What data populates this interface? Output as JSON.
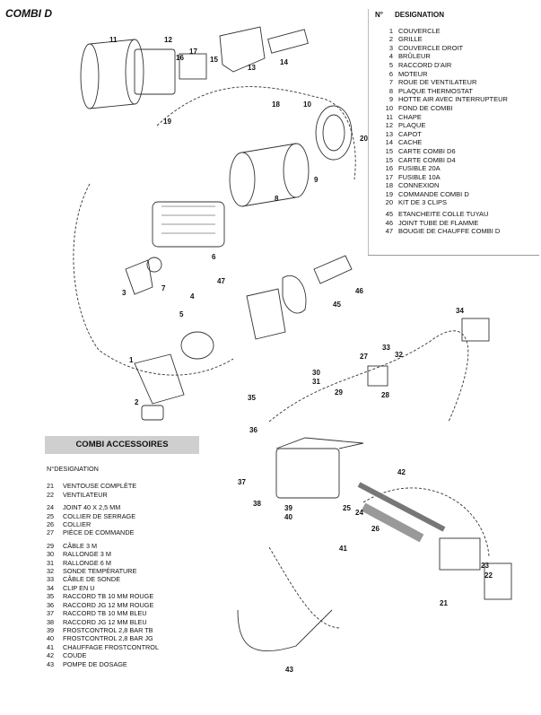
{
  "title": "COMBI D",
  "legend": {
    "header_num": "N°",
    "header_label": "DESIGNATION",
    "items": [
      {
        "num": "1",
        "label": "COUVERCLE"
      },
      {
        "num": "2",
        "label": "GRILLE"
      },
      {
        "num": "3",
        "label": "COUVERCLE DROIT"
      },
      {
        "num": "4",
        "label": "BRÛLEUR"
      },
      {
        "num": "5",
        "label": "RACCORD D'AIR"
      },
      {
        "num": "6",
        "label": "MOTEUR"
      },
      {
        "num": "7",
        "label": "ROUE DE VENTILATEUR"
      },
      {
        "num": "8",
        "label": "PLAQUE THERMOSTAT"
      },
      {
        "num": "9",
        "label": "HOTTE AIR AVEC INTERRUPTEUR"
      },
      {
        "num": "10",
        "label": "FOND DE COMBI"
      },
      {
        "num": "11",
        "label": "CHAPE"
      },
      {
        "num": "12",
        "label": "PLAQUE"
      },
      {
        "num": "13",
        "label": "CAPOT"
      },
      {
        "num": "14",
        "label": "CACHE"
      },
      {
        "num": "15",
        "label": "CARTE COMBI D6"
      },
      {
        "num": "15",
        "label": "CARTE COMBI D4"
      },
      {
        "num": "16",
        "label": "FUSIBLE 20A"
      },
      {
        "num": "17",
        "label": "FUSIBLE 10A"
      },
      {
        "num": "18",
        "label": "CONNEXION"
      },
      {
        "num": "19",
        "label": "COMMANDE COMBI D"
      },
      {
        "num": "20",
        "label": "KIT DE 3 CLIPS"
      },
      {
        "num": "45",
        "label": "ETANCHEITE COLLE TUYAU"
      },
      {
        "num": "46",
        "label": "JOINT TUBE DE FLAMME"
      },
      {
        "num": "47",
        "label": "BOUGIE DE CHAUFFE COMBI D"
      }
    ]
  },
  "accessories": {
    "banner": "COMBI ACCESSOIRES",
    "designation_header": "N°DESIGNATION",
    "items": [
      {
        "num": "21",
        "label": "VENTOUSE COMPLÈTE"
      },
      {
        "num": "22",
        "label": "VENTILATEUR"
      },
      {
        "num": "24",
        "label": "JOINT 40 X 2,5 MM"
      },
      {
        "num": "25",
        "label": "COLLIER DE SERRAGE"
      },
      {
        "num": "26",
        "label": "COLLIER"
      },
      {
        "num": "27",
        "label": "PIÈCE DE COMMANDE"
      },
      {
        "num": "29",
        "label": "CÂBLE 3 M"
      },
      {
        "num": "30",
        "label": "RALLONGE 3 M"
      },
      {
        "num": "31",
        "label": "RALLONGE 6 M"
      },
      {
        "num": "32",
        "label": "SONDE TEMPÉRATURE"
      },
      {
        "num": "33",
        "label": "CÂBLE DE SONDE"
      },
      {
        "num": "34",
        "label": "CLIP EN U"
      },
      {
        "num": "35",
        "label": "RACCORD TB 10 MM ROUGE"
      },
      {
        "num": "36",
        "label": "RACCORD JG 12 MM ROUGE"
      },
      {
        "num": "37",
        "label": "RACCORD TB 10 MM BLEU"
      },
      {
        "num": "38",
        "label": "RACCORD JG 12 MM BLEU"
      },
      {
        "num": "39",
        "label": "FROSTCONTROL 2,8 BAR TB"
      },
      {
        "num": "40",
        "label": "FROSTCONTROL 2,8 BAR JG"
      },
      {
        "num": "41",
        "label": "CHAUFFAGE FROSTCONTROL"
      },
      {
        "num": "42",
        "label": "COUDE"
      },
      {
        "num": "43",
        "label": "POMPE DE DOSAGE"
      }
    ]
  },
  "callouts": [
    "11",
    "12",
    "17",
    "16",
    "15",
    "13",
    "14",
    "19",
    "18",
    "10",
    "20",
    "9",
    "8",
    "6",
    "3",
    "7",
    "4",
    "47",
    "5",
    "46",
    "45",
    "1",
    "2",
    "34",
    "27",
    "33",
    "32",
    "30",
    "31",
    "29",
    "28",
    "35",
    "36",
    "37",
    "38",
    "39",
    "40",
    "41",
    "42",
    "25",
    "24",
    "26",
    "23",
    "22",
    "21",
    "43"
  ]
}
